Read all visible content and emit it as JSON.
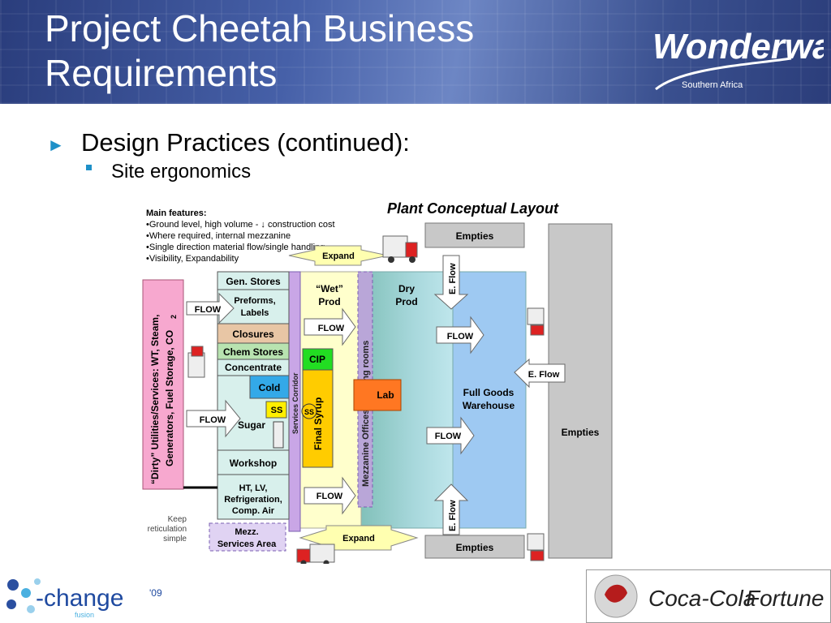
{
  "slide": {
    "title_line1": "Project Cheetah Business",
    "title_line2": "Requirements",
    "bullet_level1": "Design Practices (continued):",
    "bullet_level2": "Site ergonomics"
  },
  "logos": {
    "wonderware": "Wonderware",
    "wonderware_sub": "Southern Africa",
    "xchange": "-change",
    "xchange_year": "'09",
    "xchange_sub": "fusion",
    "cocacola": "Coca-Cola",
    "fortune": "Fortune"
  },
  "diagram": {
    "heading": "Plant Conceptual Layout",
    "features_title": "Main features:",
    "features": [
      "•Ground level, high volume - ↓ construction cost",
      "•Where required, internal mezzanine",
      "•Single direction material flow/single handling",
      "•Visibility, Expandability"
    ],
    "blocks": {
      "gen_stores": "Gen. Stores",
      "preforms_1": "Preforms,",
      "preforms_2": "Labels",
      "closures": "Closures",
      "chem_stores": "Chem Stores",
      "concentrate": "Concentrate",
      "cold": "Cold",
      "ss": "SS",
      "sugar": "Sugar",
      "workshop": "Workshop",
      "ht_1": "HT, LV,",
      "ht_2": "Refrigeration,",
      "ht_3": "Comp. Air",
      "mezz_1": "Mezz.",
      "mezz_2": "Services Area",
      "wet_1": "“Wet”",
      "wet_2": "Prod",
      "dry_1": "Dry",
      "dry_2": "Prod",
      "cip": "CIP",
      "final_syrup": "Final Syrup",
      "lab": "Lab",
      "services_corridor": "Services Corridor",
      "mezzanine_offices": "Mezzanine Offices, meeting rooms",
      "utilities_1": "“Dirty” Utilities/Services: WT, Steam,",
      "utilities_2": "Generators, Fuel Storage, CO",
      "utilities_sub": "2",
      "fgw_1": "Full Goods",
      "fgw_2": "Warehouse",
      "empties_top": "Empties",
      "empties_right": "Empties",
      "empties_bottom": "Empties",
      "keep_1": "Keep",
      "keep_2": "reticulation",
      "keep_3": "simple"
    },
    "arrows": {
      "expand_top": "Expand",
      "expand_bottom": "Expand",
      "flow": "FLOW",
      "e_flow": "E. Flow"
    }
  },
  "colors": {
    "header": "#3d5396",
    "accent_bullet": "#1e90c8",
    "closures": "#e8c6a5",
    "chem_stores": "#b8e3b0",
    "cold": "#33a9e8",
    "ss": "#ffef00",
    "final_syrup": "#ffcc00",
    "cip": "#22dd22",
    "lab": "#ff7722",
    "services_corridor": "#c9a6e6",
    "utilities": "#f7a8cf",
    "warehouse": "#9ec9f2",
    "empties": "#c8c8c8",
    "wet_zone": "#ffffcc"
  }
}
